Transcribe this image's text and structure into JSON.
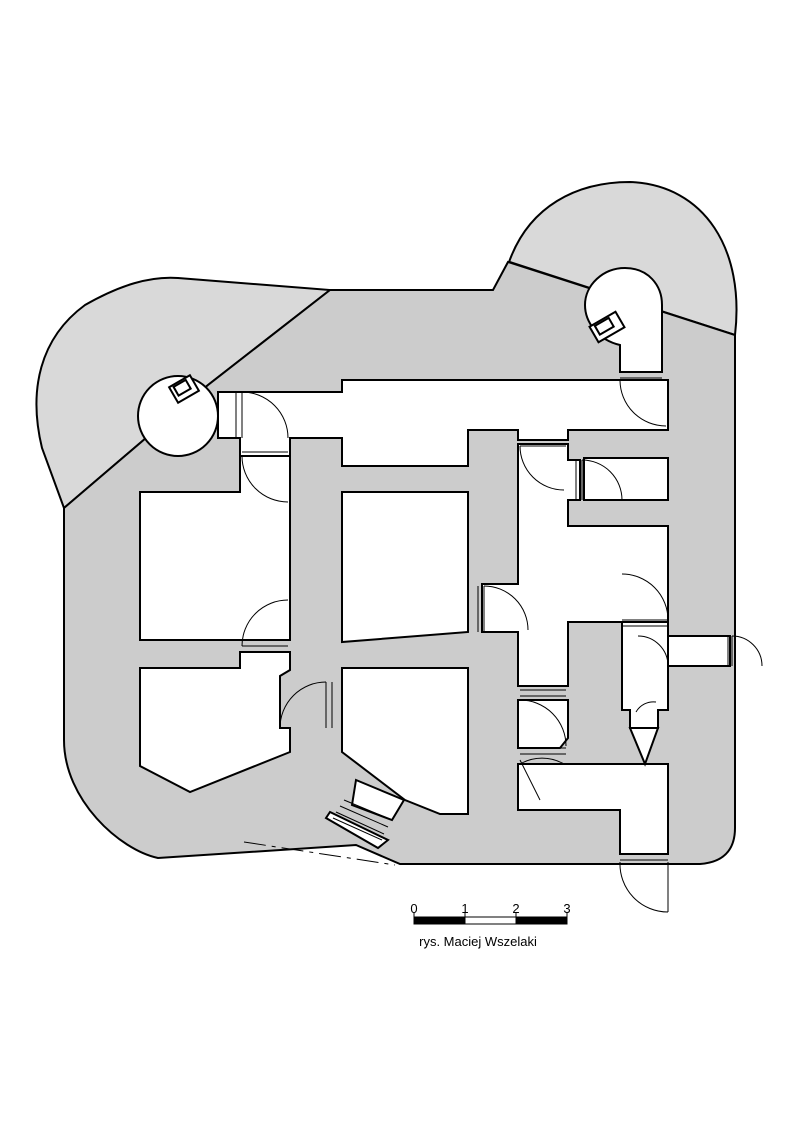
{
  "colors": {
    "earth": "#d9d9d9",
    "wall": "#cccccc",
    "room": "#ffffff",
    "line": "#000000"
  },
  "scale_bar": {
    "ticks": [
      "0",
      "1",
      "2",
      "3"
    ],
    "unit_count": 3
  },
  "credit": "rys. Maciej Wszelaki"
}
